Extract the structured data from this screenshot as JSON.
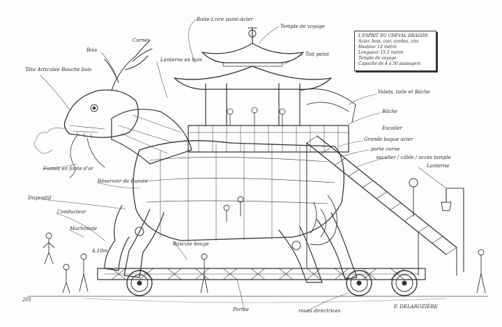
{
  "spec_box": {
    "lines": [
      "L'ESPRIT DU CHEVAL DRAGON",
      "Acier, bois, cuir, cordes, zinc",
      "Hauteur 12 mètre",
      "Longueur 15.5 mètre",
      "Temple de voyage",
      "Capacité de 4 à 50 passagers"
    ]
  },
  "labels": [
    "Boite-Livre paint-Acier",
    "Temple de voyage",
    "Bois",
    "Cornes",
    "Lanterne en bois",
    "Toit peint",
    "Tête Articulée Bouche bois",
    "Volets, toile et Bâche",
    "Bâche",
    "Escalier",
    "Grande bague acier",
    "porte corne",
    "escalier / câble / accès temple",
    "Fumée en fonte d'or",
    "Réservoir de Fumée",
    "Lanterne",
    "Dispositif",
    "Conducteur",
    "Machiniste",
    "4,10m",
    "Bascule bouge",
    "Portée",
    "roues directrices",
    "F. DELAROZIÈRE",
    "201"
  ]
}
